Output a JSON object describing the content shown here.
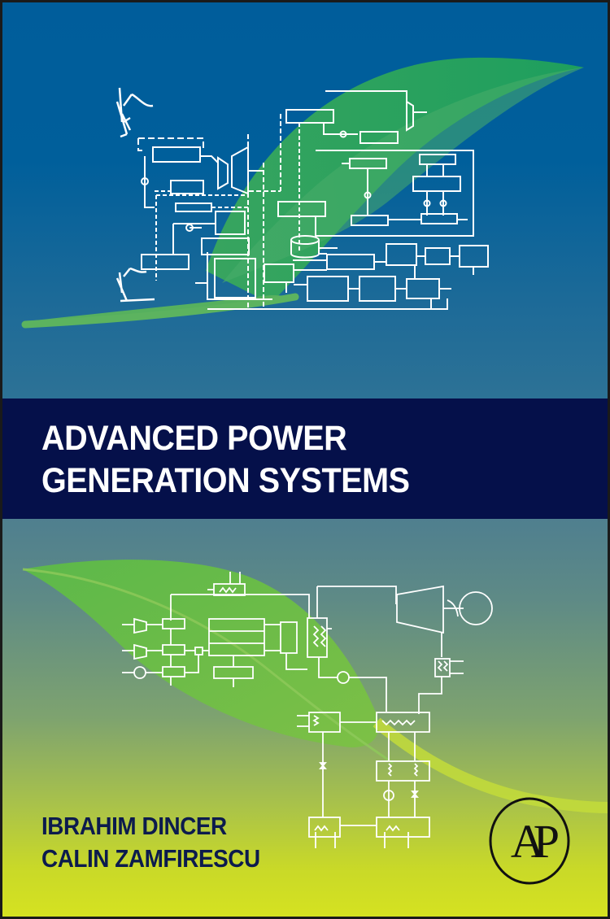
{
  "book": {
    "title_line1": "ADVANCED POWER",
    "title_line2": "GENERATION SYSTEMS",
    "authors": [
      "IBRAHIM DINCER",
      "CALIN ZAMFIRESCU"
    ],
    "publisher_logo_letters": "AP"
  },
  "colors": {
    "top_background": "#005d9b",
    "title_band": "#05104a",
    "title_text": "#ffffff",
    "author_text": "#0c1b4d",
    "bottom_gradient_start": "#4f7f8f",
    "bottom_gradient_end": "#d5e221",
    "leaf_top": "#2ea35a",
    "leaf_bottom": "#72b845"
  },
  "icons": {
    "top_diagram": "power-plant-schematic-icon",
    "bottom_diagram": "thermal-cycle-schematic-icon",
    "leaf": "leaf-icon",
    "logo": "academic-press-logo-icon"
  }
}
